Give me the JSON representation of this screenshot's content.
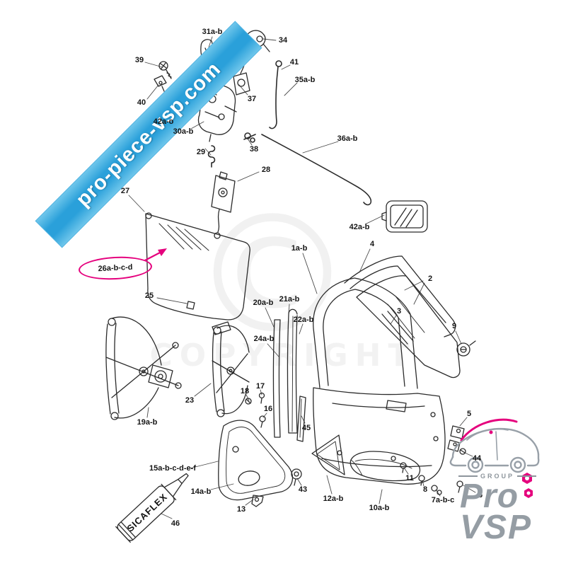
{
  "banner": {
    "text": "pro-piece-vsp.com"
  },
  "watermark": {
    "symbol": "©",
    "text": "COPYRIGHT"
  },
  "highlight": {
    "label": "26a-b-c-d",
    "color": "#e5007d"
  },
  "tube": {
    "label": "SICAFLEX"
  },
  "logo": {
    "group": "GROUP",
    "pro": "Pro",
    "vsp": "VSP",
    "accent": "#e5007d"
  },
  "labels": [
    {
      "text": "39"
    },
    {
      "text": "40"
    },
    {
      "text": "31a-b"
    },
    {
      "text": "34"
    },
    {
      "text": "41"
    },
    {
      "text": "35a-b"
    },
    {
      "text": "37"
    },
    {
      "text": "42a-o"
    },
    {
      "text": "30a-b"
    },
    {
      "text": "29"
    },
    {
      "text": "38"
    },
    {
      "text": "36a-b"
    },
    {
      "text": "28"
    },
    {
      "text": "27"
    },
    {
      "text": "42a-b"
    },
    {
      "text": "25"
    },
    {
      "text": "1a-b"
    },
    {
      "text": "4"
    },
    {
      "text": "2"
    },
    {
      "text": "3"
    },
    {
      "text": "9"
    },
    {
      "text": "20a-b"
    },
    {
      "text": "21a-b"
    },
    {
      "text": "22a-b"
    },
    {
      "text": "24a-b"
    },
    {
      "text": "23"
    },
    {
      "text": "19a-b"
    },
    {
      "text": "18"
    },
    {
      "text": "17"
    },
    {
      "text": "16"
    },
    {
      "text": "45"
    },
    {
      "text": "15a-b-c-d-e-f"
    },
    {
      "text": "14a-b"
    },
    {
      "text": "13"
    },
    {
      "text": "43"
    },
    {
      "text": "12a-b"
    },
    {
      "text": "10a-b"
    },
    {
      "text": "46"
    },
    {
      "text": "5"
    },
    {
      "text": "44"
    },
    {
      "text": "6"
    },
    {
      "text": "7a-b-c"
    },
    {
      "text": "8"
    },
    {
      "text": "11"
    }
  ]
}
